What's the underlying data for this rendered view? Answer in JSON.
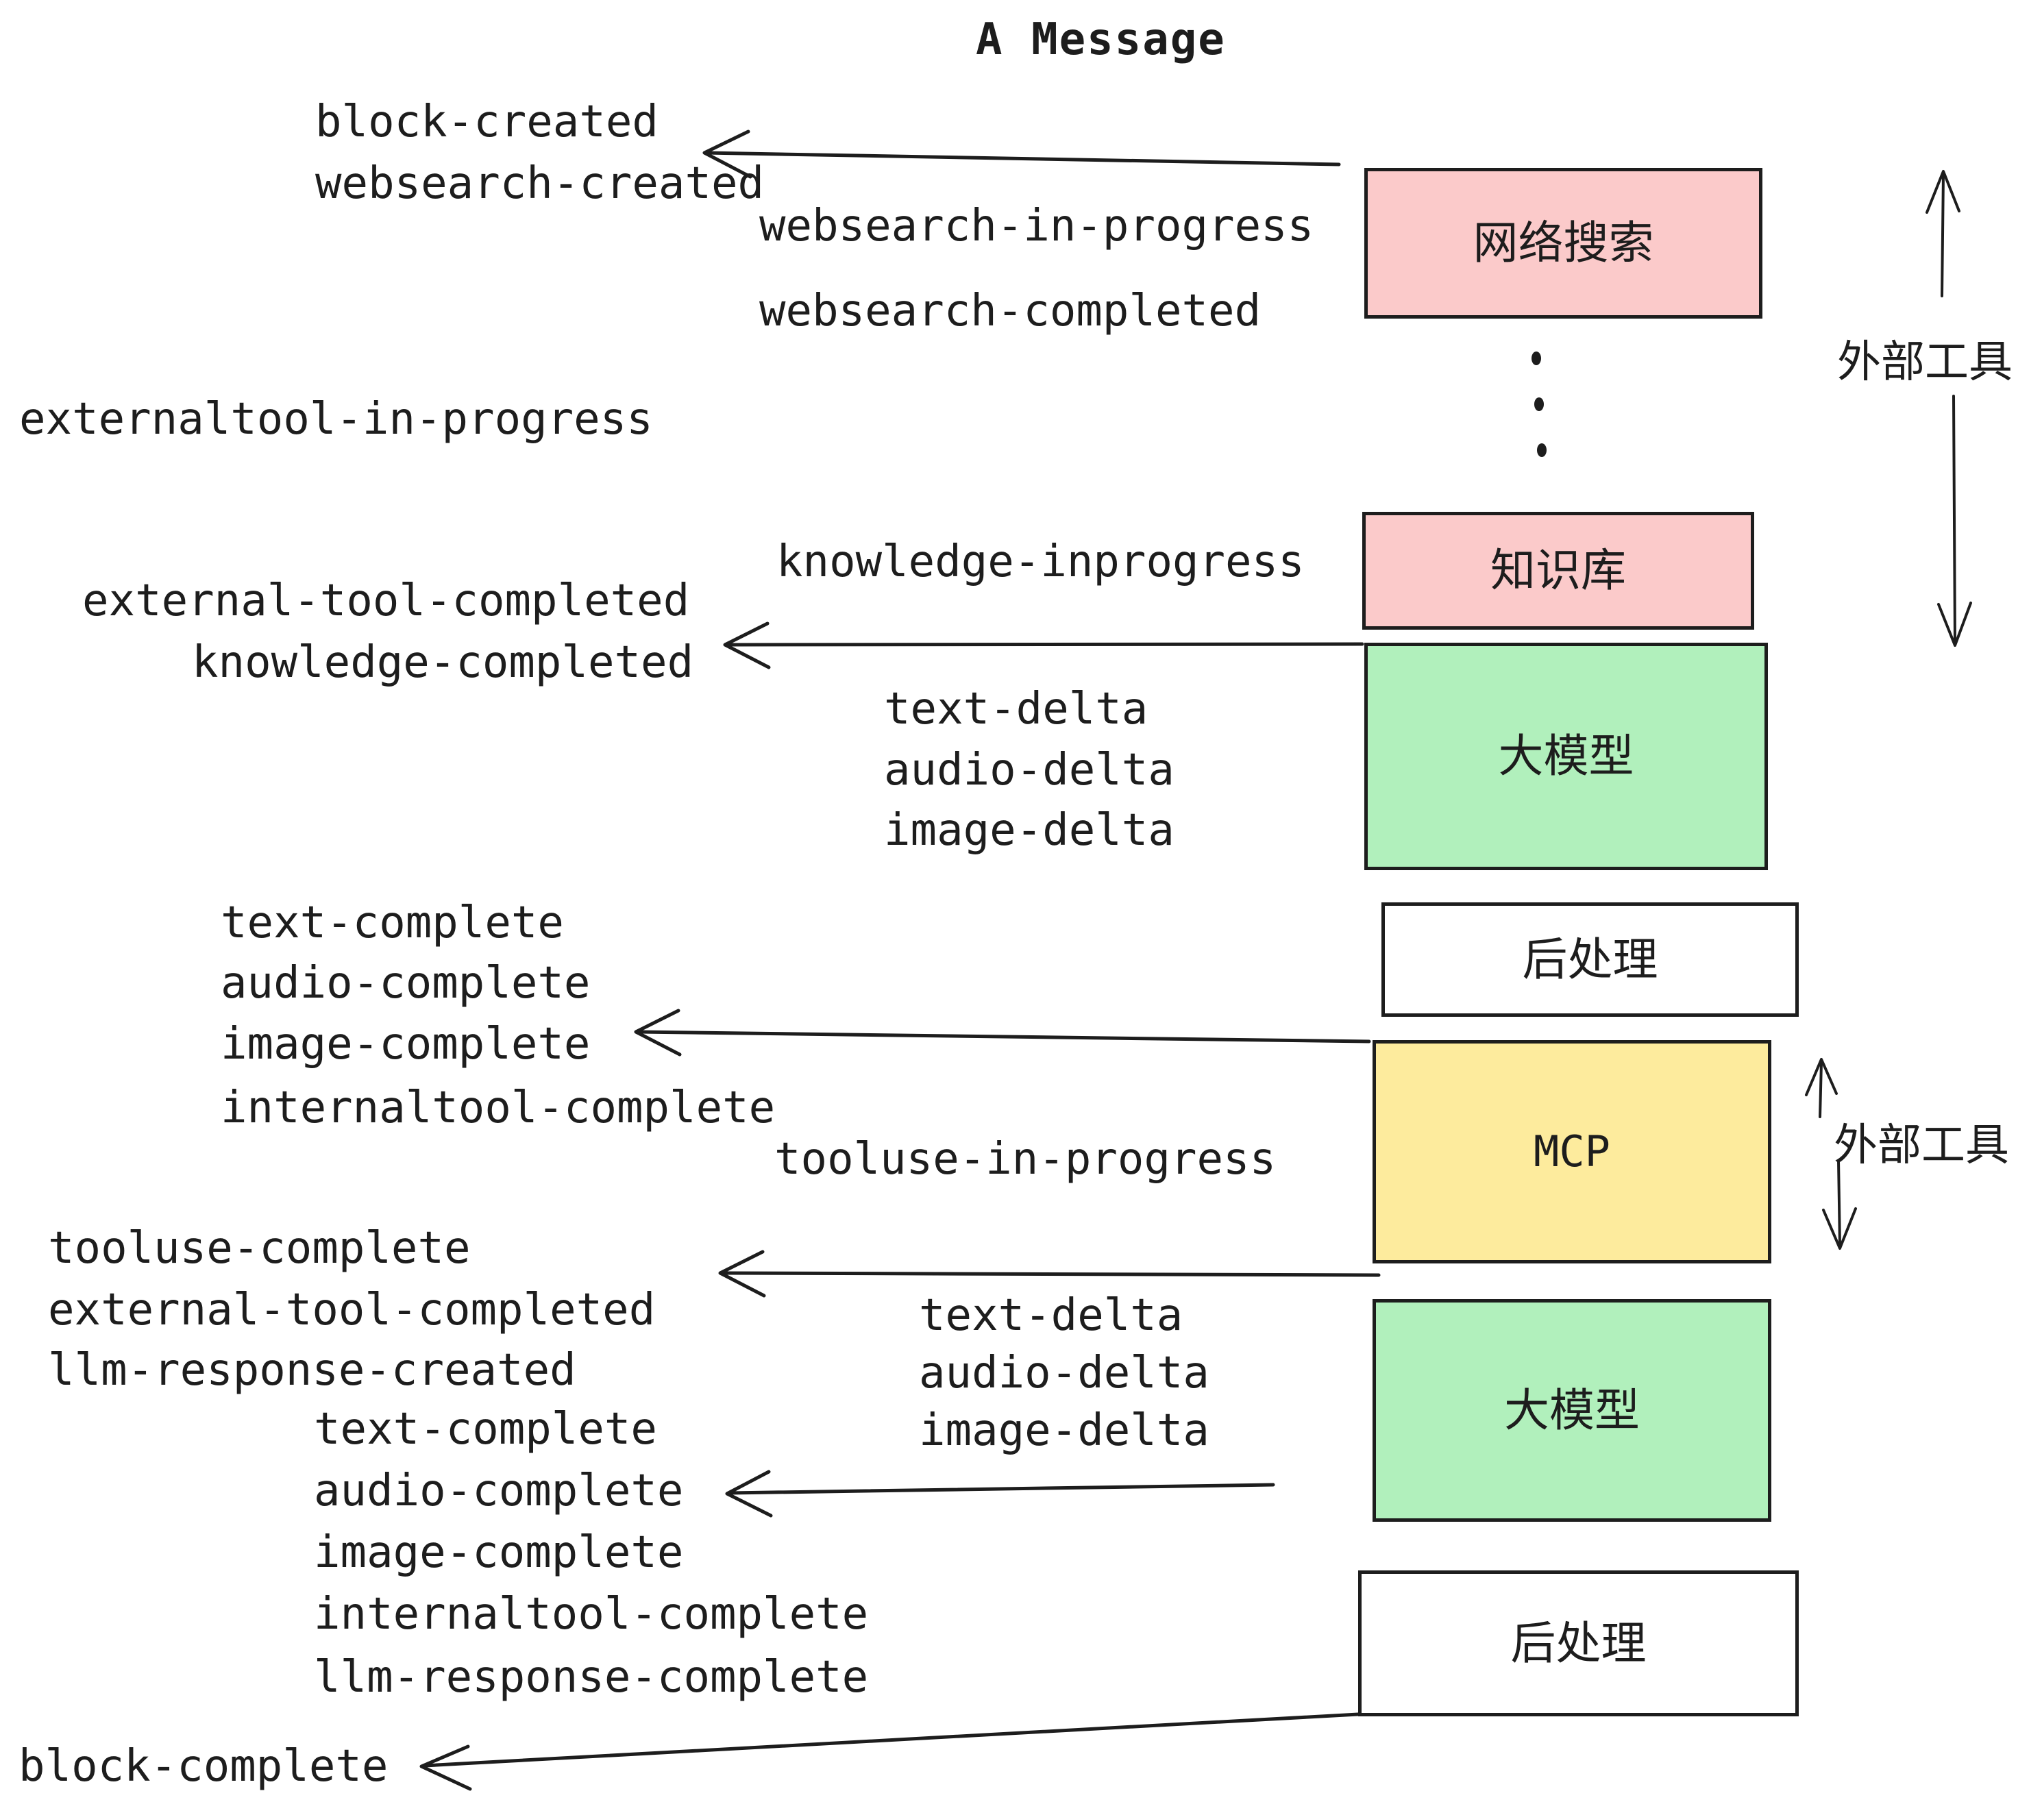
{
  "title": "A Message",
  "colors": {
    "pink": "#fbcaca",
    "green": "#b1f0bc",
    "yellow": "#fdeb9d",
    "white": "#ffffff",
    "ink": "#1d1d1d"
  },
  "boxes": [
    {
      "id": "websearch",
      "label": "网络搜索",
      "color": "pink"
    },
    {
      "id": "knowledge",
      "label": "知识库",
      "color": "pink"
    },
    {
      "id": "llm-1",
      "label": "大模型",
      "color": "green"
    },
    {
      "id": "postprocess-1",
      "label": "后处理",
      "color": "white"
    },
    {
      "id": "mcp",
      "label": "MCP",
      "color": "yellow"
    },
    {
      "id": "llm-2",
      "label": "大模型",
      "color": "green"
    },
    {
      "id": "postprocess-2",
      "label": "后处理",
      "color": "white"
    }
  ],
  "side_labels": [
    {
      "text": "外部工具"
    },
    {
      "text": "外部工具"
    }
  ],
  "events": [
    {
      "text": "block-created"
    },
    {
      "text": "websearch-created"
    },
    {
      "text": "websearch-in-progress"
    },
    {
      "text": "websearch-completed"
    },
    {
      "text": "externaltool-in-progress"
    },
    {
      "text": "knowledge-inprogress"
    },
    {
      "text": "external-tool-completed"
    },
    {
      "text": "knowledge-completed"
    },
    {
      "text": "text-delta"
    },
    {
      "text": "audio-delta"
    },
    {
      "text": "image-delta"
    },
    {
      "text": "text-complete"
    },
    {
      "text": "audio-complete"
    },
    {
      "text": "image-complete"
    },
    {
      "text": "internaltool-complete"
    },
    {
      "text": "tooluse-in-progress"
    },
    {
      "text": "tooluse-complete"
    },
    {
      "text": "external-tool-completed"
    },
    {
      "text": "llm-response-created"
    },
    {
      "text": "text-complete"
    },
    {
      "text": "audio-complete"
    },
    {
      "text": "image-complete"
    },
    {
      "text": "internaltool-complete"
    },
    {
      "text": "llm-response-complete"
    },
    {
      "text": "block-complete"
    }
  ]
}
